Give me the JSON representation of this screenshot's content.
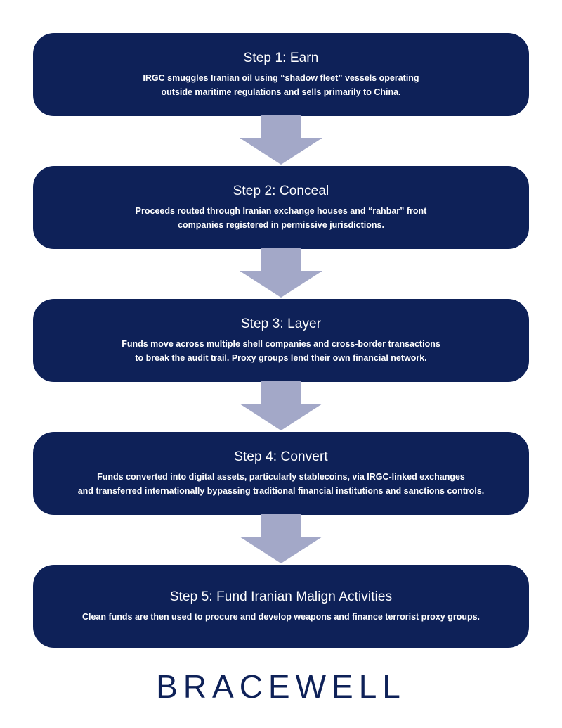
{
  "colors": {
    "box_fill": "#0e2158",
    "arrow_fill": "#a3a8c8",
    "text": "#ffffff",
    "logo": "#0e2158"
  },
  "steps": [
    {
      "title": "Step 1: Earn",
      "description": "IRGC smuggles Iranian oil using “shadow fleet” vessels operating\noutside maritime regulations and sells primarily to China."
    },
    {
      "title": "Step 2: Conceal",
      "description": "Proceeds routed through Iranian exchange houses and “rahbar” front\ncompanies registered in permissive jurisdictions."
    },
    {
      "title": "Step 3: Layer",
      "description": "Funds move across multiple shell companies and cross-border transactions\nto break the audit trail. Proxy groups lend their own financial network."
    },
    {
      "title": "Step 4: Convert",
      "description": "Funds converted into digital assets, particularly stablecoins, via IRGC-linked exchanges\nand transferred internationally bypassing traditional financial institutions and sanctions controls."
    },
    {
      "title": "Step 5: Fund Iranian Malign Activities",
      "description": "Clean funds are then used to procure and develop weapons and finance terrorist proxy groups."
    }
  ],
  "logo": {
    "text": "BRACEWELL"
  }
}
